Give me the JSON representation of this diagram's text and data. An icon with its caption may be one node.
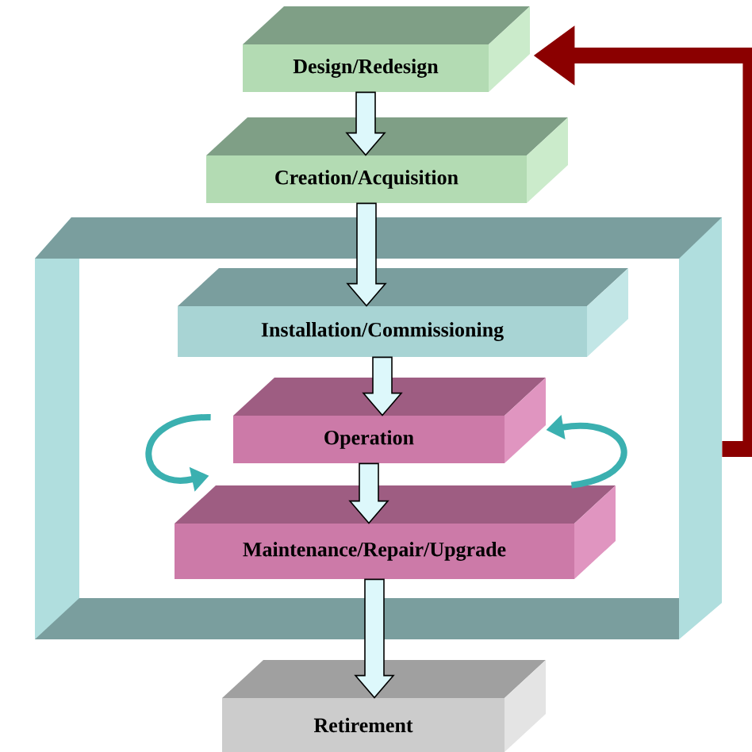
{
  "diagram": {
    "nodes": [
      {
        "text": [
          "Design/Redesign"
        ]
      },
      {
        "text": [
          "Creation/Acquisition"
        ]
      },
      {
        "text": [],
        "shape": "box"
      },
      {
        "text": [
          "Installation/Commissioning"
        ],
        "in": 2
      },
      {
        "text": [
          "Operation"
        ],
        "in": 2
      },
      {
        "text": [
          "Maintenance/Repair/Upgrade"
        ],
        "in": 2
      },
      {
        "text": [
          "Retirement"
        ]
      }
    ],
    "edges": [
      {
        "from": 0,
        "to": 1,
        "arrow": "to"
      },
      {
        "from": 1,
        "to": 3,
        "arrow": "to"
      },
      {
        "from": 3,
        "to": 4,
        "arrow": "to"
      },
      {
        "from": 4,
        "to": 5,
        "arrow": "to"
      },
      {
        "from": 5,
        "to": 6,
        "arrow": "to"
      },
      {
        "from": 2,
        "to": 0,
        "arrow": "to",
        "style": "thick",
        "color": "#8b0000"
      },
      {
        "from": 4,
        "to": 5,
        "arrow": "to",
        "color": "#3bb0b0"
      },
      {
        "from": 5,
        "to": 4,
        "arrow": "to",
        "color": "#3bb0b0"
      }
    ]
  }
}
